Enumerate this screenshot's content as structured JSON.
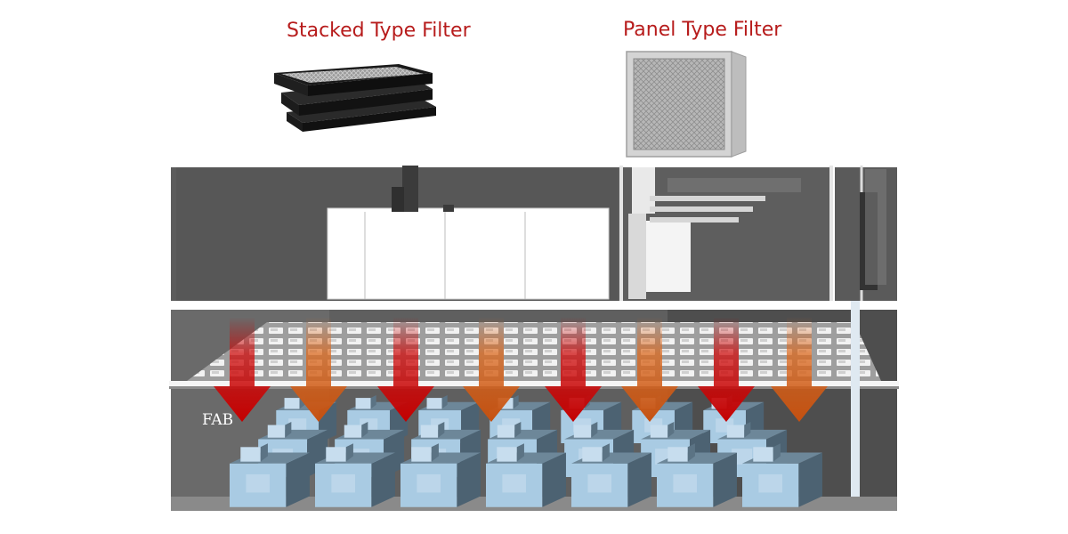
{
  "titles": {
    "stacked": "Stacked Type Filter",
    "panel": "Panel Type Filter"
  },
  "scene": {
    "area_label": "FAB",
    "arrow_colors": [
      "#c40000",
      "#d9621a"
    ]
  },
  "icons": [
    "stacked-filter-image",
    "panel-filter-image",
    "airflow-arrow-icon"
  ]
}
